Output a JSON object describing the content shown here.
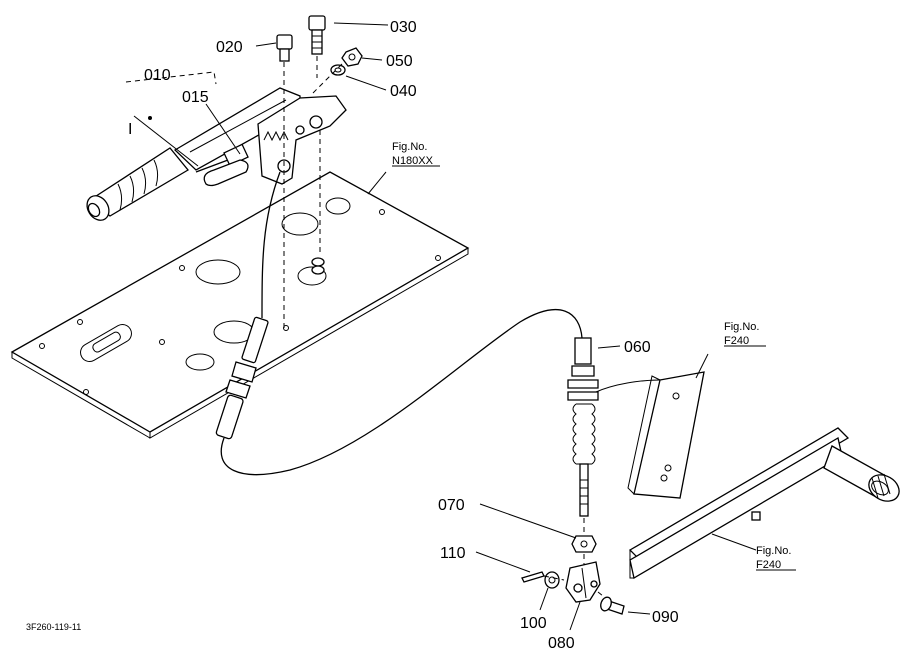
{
  "parts": [
    {
      "id": "p010",
      "label": "010"
    },
    {
      "id": "p015",
      "label": "015"
    },
    {
      "id": "p020",
      "label": "020"
    },
    {
      "id": "p030",
      "label": "030"
    },
    {
      "id": "p040",
      "label": "040"
    },
    {
      "id": "p050",
      "label": "050"
    },
    {
      "id": "p060",
      "label": "060"
    },
    {
      "id": "p070",
      "label": "070"
    },
    {
      "id": "p080",
      "label": "080"
    },
    {
      "id": "p090",
      "label": "090"
    },
    {
      "id": "p100",
      "label": "100"
    },
    {
      "id": "p110",
      "label": "110"
    }
  ],
  "figure_refs": [
    {
      "id": "ref_n180",
      "caption": "Fig.No.",
      "number": "N180XX"
    },
    {
      "id": "ref_f240_top",
      "caption": "Fig.No.",
      "number": "F240"
    },
    {
      "id": "ref_f240_bottom",
      "caption": "Fig.No.",
      "number": "F240"
    }
  ],
  "drawing_code": "3F260-119-11",
  "bracket_mark": "I"
}
